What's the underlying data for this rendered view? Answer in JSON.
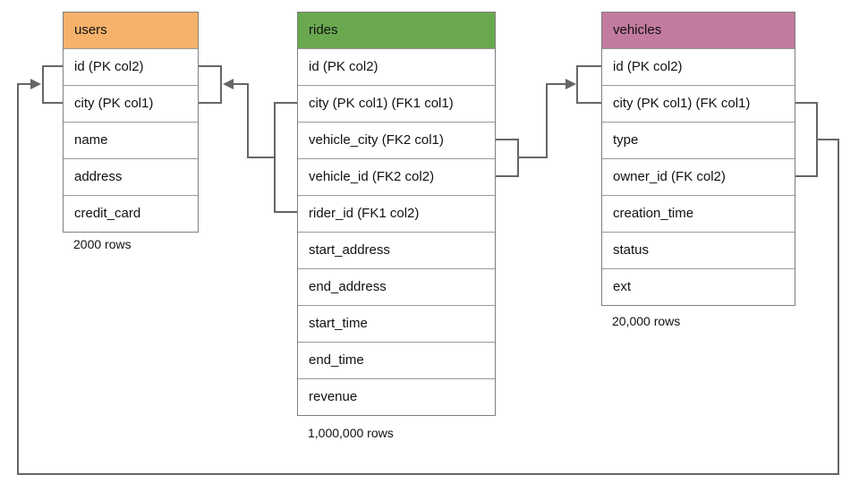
{
  "diagram": {
    "line_color": "#666666",
    "tables": {
      "users": {
        "title": "users",
        "header_color": "#f6b26b",
        "columns": [
          "id (PK col2)",
          "city (PK col1)",
          "name",
          "address",
          "credit_card"
        ],
        "row_count": "2000 rows"
      },
      "rides": {
        "title": "rides",
        "header_color": "#6aa84f",
        "columns": [
          "id (PK col2)",
          "city (PK col1) (FK1 col1)",
          "vehicle_city (FK2 col1)",
          "vehicle_id (FK2 col2)",
          "rider_id (FK1 col2)",
          "start_address",
          "end_address",
          "start_time",
          "end_time",
          "revenue"
        ],
        "row_count": "1,000,000 rows"
      },
      "vehicles": {
        "title": "vehicles",
        "header_color": "#c27ba0",
        "columns": [
          "id (PK col2)",
          "city (PK col1) (FK col1)",
          "type",
          "owner_id (FK col2)",
          "creation_time",
          "status",
          "ext"
        ],
        "row_count": "20,000 rows"
      }
    },
    "relationships": [
      {
        "name": "FK1",
        "from_table": "rides",
        "from_columns": "city, rider_id",
        "to_table": "users",
        "to_columns": "id, city"
      },
      {
        "name": "FK2",
        "from_table": "rides",
        "from_columns": "vehicle_city, vehicle_id",
        "to_table": "vehicles",
        "to_columns": "id, city"
      },
      {
        "name": "FK",
        "from_table": "vehicles",
        "from_columns": "city, owner_id",
        "to_table": "users",
        "to_columns": "id, city"
      }
    ]
  }
}
